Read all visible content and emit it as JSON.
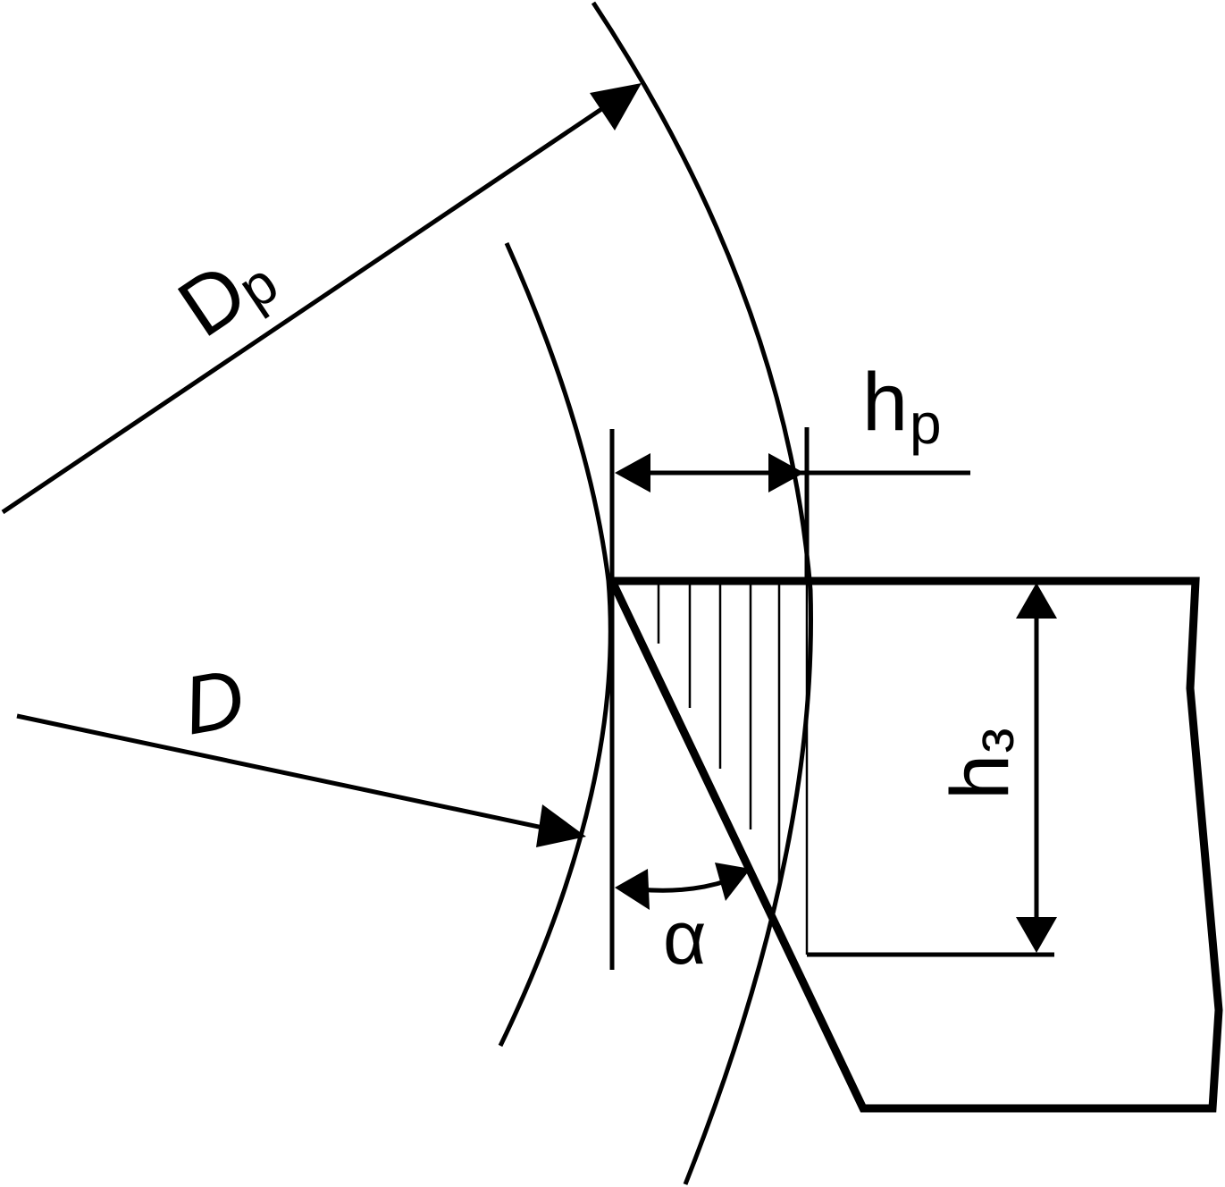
{
  "labels": {
    "dp_main": "D",
    "dp_sub": "p",
    "d_main": "D",
    "hp_main": "h",
    "hp_sub": "p",
    "h3_main": "h",
    "h3_sub": "з",
    "alpha": "α"
  },
  "colors": {
    "ink": "#000000",
    "background": "#ffffff"
  }
}
